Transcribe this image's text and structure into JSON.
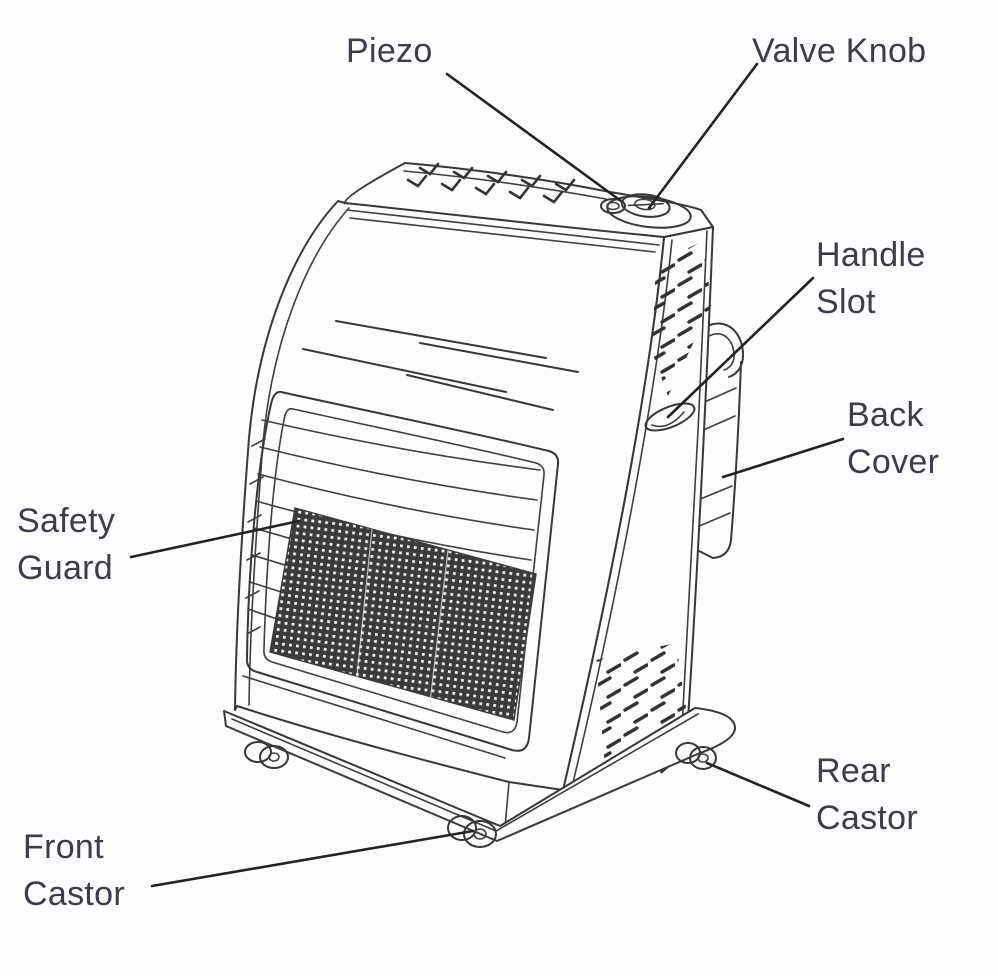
{
  "figure": {
    "background": "#fdfdfd",
    "line_color": "#383838",
    "label_color": "#3a3e49",
    "mesh_color": "#3b3b3b"
  },
  "labels": {
    "piezo": {
      "line1": "Piezo",
      "line2": ""
    },
    "valve_knob": {
      "line1": "Valve Knob",
      "line2": ""
    },
    "handle_slot": {
      "line1": "Handle",
      "line2": "Slot"
    },
    "back_cover": {
      "line1": "Back",
      "line2": "Cover"
    },
    "safety_guard": {
      "line1": "Safety",
      "line2": "Guard"
    },
    "front_castor": {
      "line1": "Front",
      "line2": "Castor"
    },
    "rear_castor": {
      "line1": "Rear",
      "line2": "Castor"
    }
  }
}
